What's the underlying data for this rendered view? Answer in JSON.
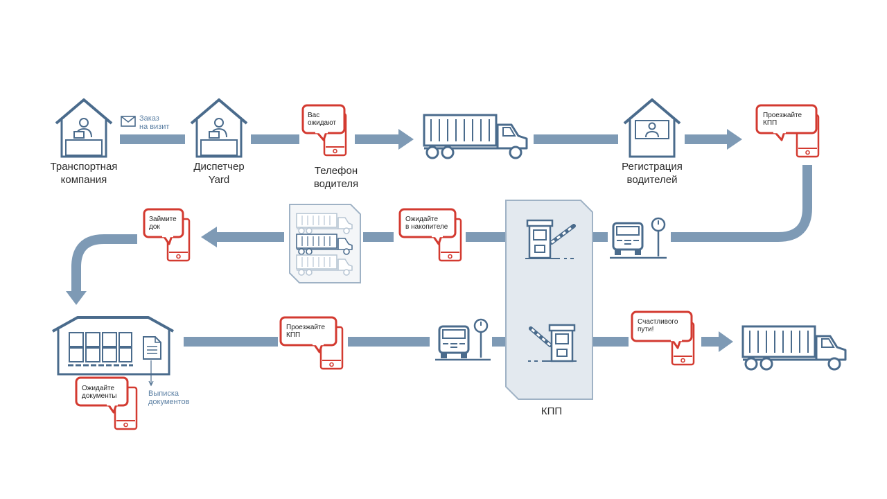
{
  "colors": {
    "flow": "#7e9ab5",
    "icon": "#4a6b8c",
    "phone": "#d33a30",
    "checkpoint_fill": "#e3e9ef",
    "checkpoint_stroke": "#9fb2c5"
  },
  "nodes": {
    "transport_company": {
      "line1": "Транспортная",
      "line2": "компания",
      "icon": "house-office-icon"
    },
    "dispatcher": {
      "line1": "Диспетчер",
      "line2": "Yard",
      "icon": "house-office-icon"
    },
    "driver_phone": {
      "line1": "Телефон",
      "line2": "водителя",
      "icon": "phone-icon"
    },
    "driver_registration": {
      "line1": "Регистрация",
      "line2": "водителей",
      "icon": "house-terminal-icon"
    },
    "checkpoint": {
      "label": "КПП",
      "icon": "barrier-icon"
    },
    "warehouse": {
      "icon": "warehouse-icon"
    }
  },
  "annotations": {
    "visit_order": {
      "line1": "Заказ",
      "line2": "на визит",
      "icon": "envelope-icon"
    },
    "documents": {
      "line1": "Выписка",
      "line2": "документов",
      "icon": "document-icon"
    }
  },
  "messages": {
    "you_are_expected": {
      "line1": "Вас",
      "line2": "ожидают"
    },
    "pass_checkpoint_1": {
      "line1": "Проезжайте",
      "line2": "КПП"
    },
    "wait_in_buffer": {
      "line1": "Ожидайте",
      "line2": "в накопителе"
    },
    "take_dock": {
      "line1": "Займите",
      "line2": "док"
    },
    "pass_checkpoint_2": {
      "line1": "Проезжайте",
      "line2": "КПП"
    },
    "wait_documents": {
      "line1": "Ожидайте",
      "line2": "документы"
    },
    "happy_journey": {
      "line1": "Счастливого",
      "line2": "пути!"
    }
  }
}
